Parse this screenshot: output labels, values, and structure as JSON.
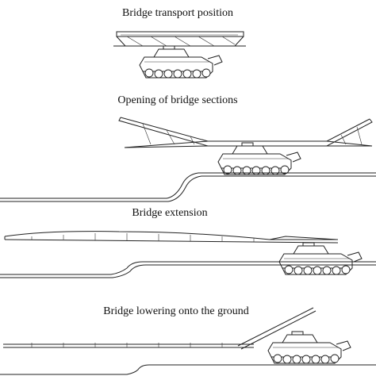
{
  "captions": {
    "transport": "Bridge transport position",
    "opening": "Opening of bridge sections",
    "extension": "Bridge extension",
    "lowering": "Bridge lowering onto the ground"
  }
}
